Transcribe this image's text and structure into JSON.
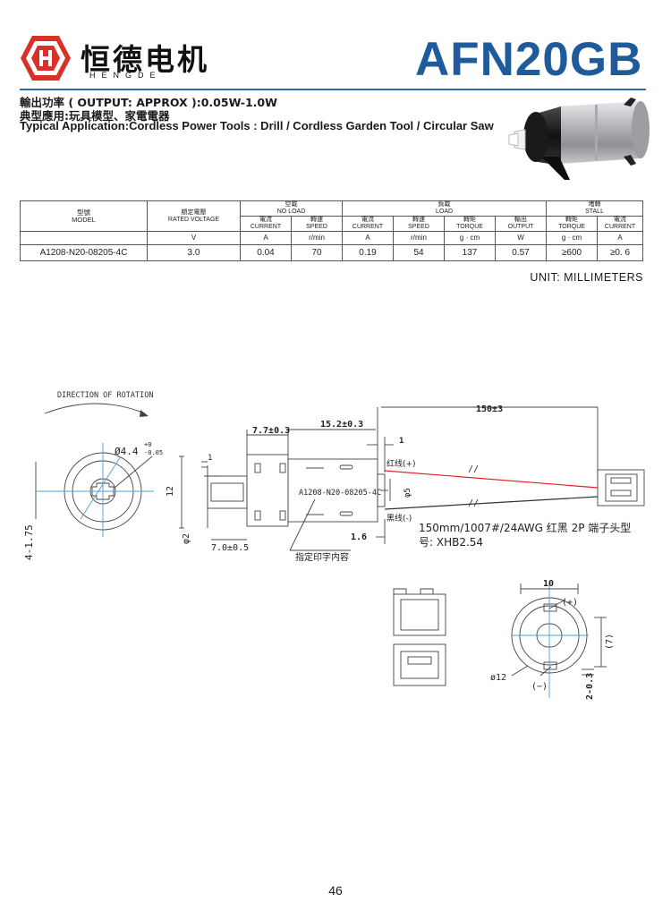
{
  "header": {
    "brand_cn": "恒德电机",
    "brand_en": "HENGDE",
    "model": "AFN20GB",
    "output_line": "輸出功率 ( OUTPUT: APPROX ):0.05W-1.0W",
    "application_cn": "典型應用:玩具模型、家電電器",
    "application_en": "Typical Application:Cordless Power Tools : Drill / Cordless Garden Tool / Circular Saw",
    "colors": {
      "brand_red": "#d8312a",
      "title_blue": "#1f5a9a",
      "rule_blue": "#2a6cb0"
    }
  },
  "table": {
    "groups": {
      "no_load_cn": "空載",
      "no_load_en": "NO LOAD",
      "load_cn": "負載",
      "load_en": "LOAD",
      "stall_cn": "堵轉",
      "stall_en": "STALL"
    },
    "model_cn": "型號",
    "model_en": "MODEL",
    "voltage_cn": "額定電壓",
    "voltage_en": "RATED VOLTAGE",
    "columns": [
      {
        "cn": "電流",
        "en": "CURRENT",
        "unit": "A"
      },
      {
        "cn": "轉速",
        "en": "SPEED",
        "unit": "r/min"
      },
      {
        "cn": "電流",
        "en": "CURRENT",
        "unit": "A"
      },
      {
        "cn": "轉速",
        "en": "SPEED",
        "unit": "r/min"
      },
      {
        "cn": "轉矩",
        "en": "TORQUE",
        "unit": "g · cm"
      },
      {
        "cn": "輸出",
        "en": "OUTPUT",
        "unit": "W"
      },
      {
        "cn": "轉矩",
        "en": "TORQUE",
        "unit": "g · cm"
      },
      {
        "cn": "電流",
        "en": "CURRENT",
        "unit": "A"
      }
    ],
    "voltage_unit": "V",
    "row": [
      "A1208-N20-08205-4C",
      "3.0",
      "0.04",
      "70",
      "0.19",
      "54",
      "137",
      "0.57",
      "≥600",
      "≥0. 6"
    ]
  },
  "unit_note": "UNIT: MILLIMETERS",
  "drawing": {
    "direction": "DIRECTION OF ROTATION",
    "dia_shaft": "Ø4.4",
    "dia_tol_plus": "+0",
    "dia_tol_minus": "-0.05",
    "dim_1_left": "1",
    "dim_12": "12",
    "dim_phi2": "φ2",
    "dim_7_0": "7.0±0.5",
    "dim_4_175": "4-1.75",
    "dim_7_7": "7.7±0.3",
    "dim_15_2": "15.2±0.3",
    "dim_150": "150±3",
    "dim_1_top": "1",
    "dim_phi5": "φ5",
    "dim_1_6": "1.6",
    "red_wire": "红线(+)",
    "black_wire": "黑线(-)",
    "motor_mark": "A1208-N20-08205-4C",
    "wire_note_1": "150mm/1007#/24AWG 红黑 2P 端子头型",
    "wire_note_2": "号:  XHB2.54",
    "print_note": "指定印字内容",
    "dim_10": "10",
    "dim_7p": "(7)",
    "dim_phi12": "ø12",
    "plus": "(+)",
    "minus": "(−)",
    "dim_2_03": "2-0.3"
  },
  "page_number": "46"
}
